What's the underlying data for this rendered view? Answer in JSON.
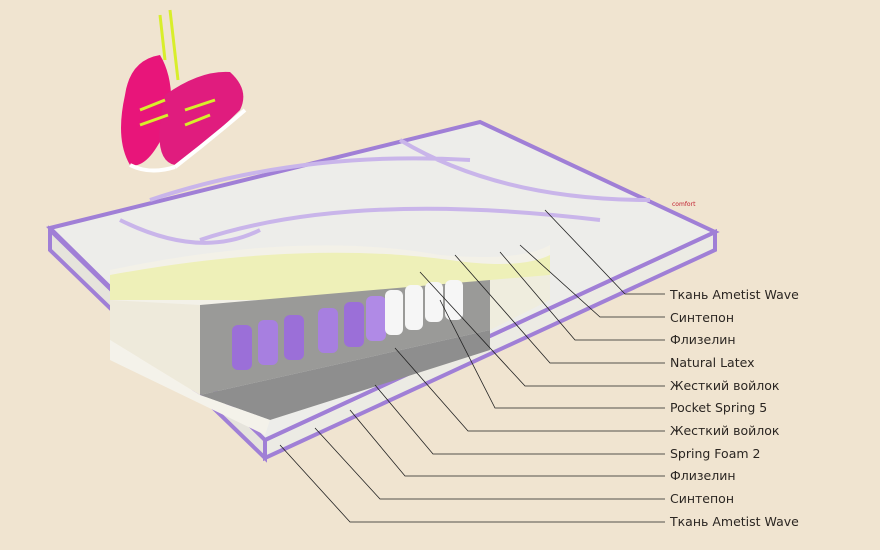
{
  "brand_mark": "comfort",
  "layers": [
    {
      "label": "Ткань Ametist Wave"
    },
    {
      "label": "Синтепон"
    },
    {
      "label": "Флизелин"
    },
    {
      "label": "Natural Latex"
    },
    {
      "label": "Жесткий войлок"
    },
    {
      "label": "Pocket Spring 5"
    },
    {
      "label": "Жесткий войлок"
    },
    {
      "label": "Spring Foam 2"
    },
    {
      "label": "Флизелин"
    },
    {
      "label": "Синтепон"
    },
    {
      "label": "Ткань Ametist Wave"
    }
  ],
  "colors": {
    "background": "#f0e4d0",
    "piping": "#a07fd6",
    "latex": "#eef0b8",
    "spring": "#9b6fd8",
    "felt": "#8e8e8e",
    "shoe": "#e8157a",
    "lace": "#d8ee2a"
  }
}
